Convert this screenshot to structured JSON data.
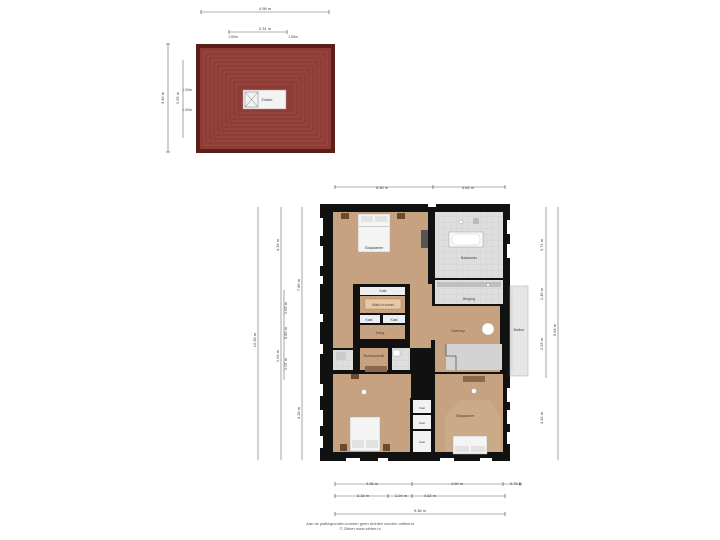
{
  "roof": {
    "label_attic": "Zolder",
    "dim_top_outer": "4.98 m",
    "dim_top_inner": "2.31 m",
    "dim_inner_left": "1.50m",
    "dim_inner_right": "1.50m",
    "dim_left_outer": "3.46 m",
    "dim_left_inner": "2.65 m",
    "dim_side_upper": "1.00m",
    "dim_side_lower": "1.00m"
  },
  "plan": {
    "dims": {
      "top_left": "5.36 m",
      "top_right": "3.66 m",
      "left_total": "12.30 m",
      "left_a": "4.34 m",
      "left_b": "7.86 m",
      "left_c": "1.63 m",
      "left_d": "0.80 m",
      "left_e": "1.07 m",
      "left_f": "1.54 m",
      "left_g": "4.28 m",
      "right_a": "3.71 m",
      "right_b": "1.46 m",
      "right_c": "2.93 m",
      "right_d": "4.15 m",
      "right_total": "9.94 m",
      "bottom1_a": "4.36 m",
      "bottom1_b": "4.90 m",
      "bottom1_c": "0.75 m",
      "bottom2_a": "3.15 m",
      "bottom2_b": "1.04 m",
      "bottom2_c": "4.82 m",
      "bottom_total": "9.36 m"
    },
    "rooms": {
      "slaapkamer_top": "Slaapkamer",
      "badkamer": "Badkamer",
      "kast": "Kast",
      "walk_in": "Walk-in closet",
      "kast_a": "Kast",
      "kast_b": "Kast",
      "berging": "Berging",
      "overloop": "Overloop",
      "balkon": "Balkon",
      "gang": "Gang",
      "bureau": "Bureauruimte",
      "slaapkamer_right": "Slaapkamer",
      "kast_small_1": "Kast",
      "kast_small_2": "Kast",
      "kast_small_3": "Kast"
    }
  },
  "footer": {
    "line1": "Aan de plattegronden kunnen geen rechten worden ontleend",
    "line2": "© Zibber www.zibber.nl"
  },
  "colors": {
    "wall": "#111111",
    "floor_wood": "#c8a483",
    "floor_tile": "#dddddd",
    "roof_tile": "#8f3c37",
    "roof_border": "#5b1e1a"
  }
}
